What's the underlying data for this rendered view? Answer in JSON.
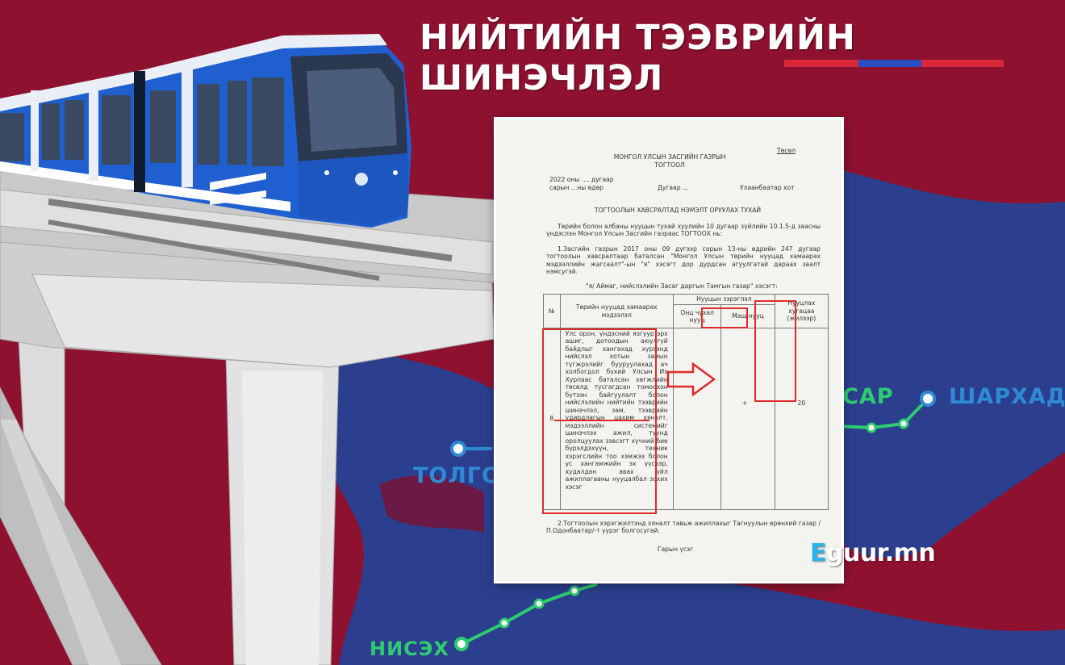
{
  "headline": "НИЙТИЙН ТЭЭВРИЙН ШИНЭЧЛЭЛ",
  "map_labels": {
    "left_station": "ТОЛГОЙ",
    "mid_station": "САР",
    "right_station": "ШАРХАД",
    "bottom_station": "НИСЭХ"
  },
  "document": {
    "draft_tag": "Төсөл",
    "gov_title_line1": "МОНГОЛ УЛСЫН ЗАСГИЙН ГАЗРЫН",
    "gov_title_line2": "ТОГТООЛ",
    "date_line1": "2022 оны .... дугаар",
    "date_line2": "сарын ...ны өдөр",
    "number": "Дугаар ...",
    "city": "Улаанбаатар хот",
    "subject": "ТОГТООЛЫН ХАВСРАЛТАД НЭМЭЛТ ОРУУЛАХ ТУХАЙ",
    "preamble": "Төрийн болон албаны нууцын тухай хуулийн 10 дугаар зүйлийн 10.1.5-д заасны үндэслэн Монгол Улсын Засгийн газраас ТОГТООХ нь:",
    "clause1": "1.Засгийн газрын 2017 оны 09 дүгээр сарын 13-ны өдрийн 247 дугаар тогтоолын хавсралтаар баталсан \"Монгол Улсын төрийн нууцад хамаарах мэдээллийн жагсаалт\"-ын \"я\" хэсэгт дор дурдсан агуулгатай дараах заалт нэмсугэй.",
    "section_title": "\"я/ Аймаг, нийслэлийн Засаг даргын Тамгын газар\" хэсэгт:",
    "table": {
      "col_no": "№",
      "col_info": "Төрийн нууцад хамаарах мэдээлэл",
      "col_usage": "Нууцын зэрэглэл",
      "col_special": "Онц чухал нууц",
      "col_very": "Маш нууц",
      "col_period": "Нууцлах хугацаа (жилээр)",
      "row_no": "8",
      "row_text": "Улс орон, үндэсний язгуур эрх ашиг, дотоодын аюулгүй байдлыг хангахад хүрээнд нийслэл хотын замын түгжрэлийг бууруулахад ач холбогдол бүхий Улсын Их Хурлаас баталсан хөгжлийн төсөлд тусгагдсан томоохон бүтээн байгуулалт болон нийслэлийн нийтийн тээврийн шинэчлэл, зам, тээврийн удирдлагын цахим хяналт, мэдээллийн системийг шинэчлэх ажил, түүнд оролцуулах зэвсэгт хүчний бие бүрэлдэхүүн, техник хэрэгслийн тоо хэмжээ болон ус хангамжийн эх үүсвэр, худалдан авах үйл ажиллагааны нууцалбал зохих хэсэг",
      "row_mark": "+",
      "row_years": "20"
    },
    "clause2": "2.Тогтоолын хэрэгжилтэнд хяналт тавьж ажиллахыг Тагнуулын ерөнхий газар /П.Одонбаатар/-т үүрэг болгосугай.",
    "signature": "Гарын үсэг"
  },
  "watermark": {
    "first_letter": "E",
    "rest": "guur.mn"
  },
  "colors": {
    "background": "#8e1230",
    "map_water": "#2b3f8e",
    "train_blue": "#1f5fd0",
    "annotation_red": "#e02a2a",
    "map_line_green": "#2ecc71"
  }
}
